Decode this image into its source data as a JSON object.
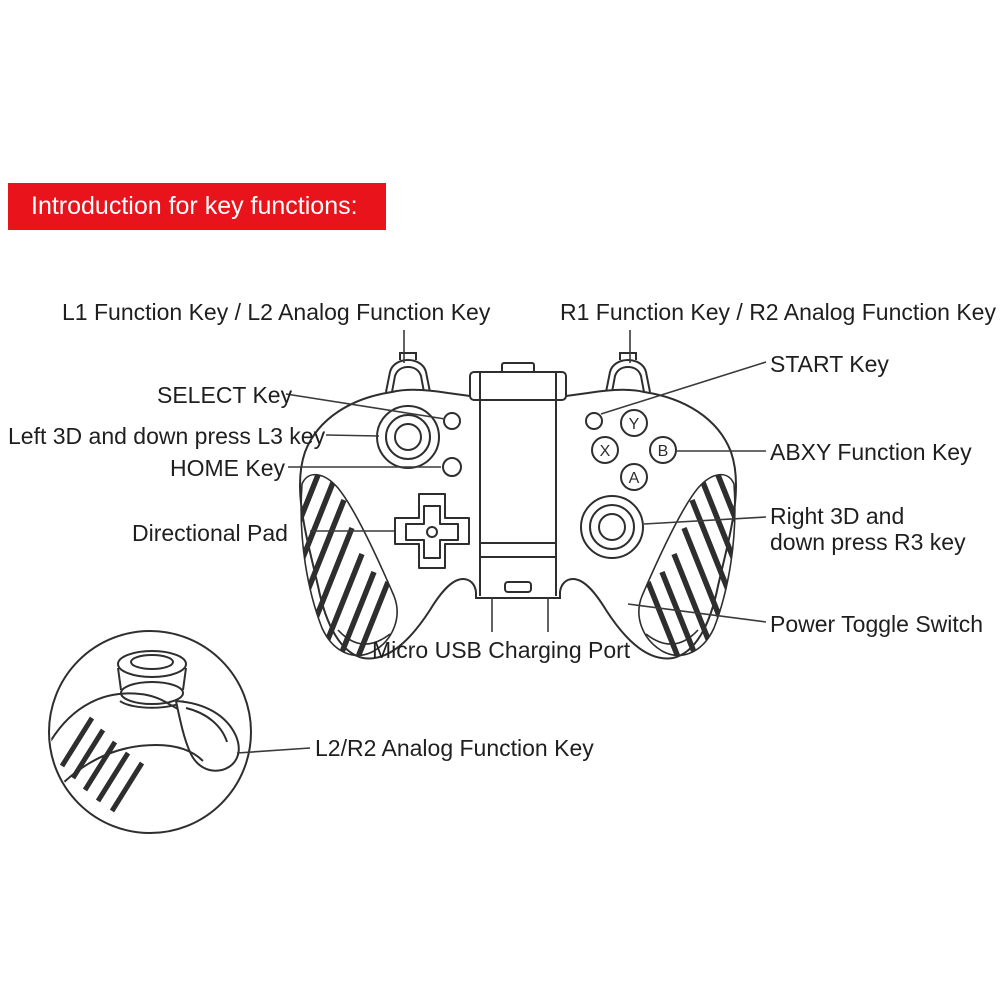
{
  "header": {
    "title": "Introduction for key functions:"
  },
  "colors": {
    "accent_red": "#e8131b",
    "line": "#2e2e2e",
    "text": "#1f1f1f"
  },
  "labels": {
    "l1_l2": "L1 Function Key / L2 Analog Function Key",
    "r1_r2": "R1 Function Key / R2 Analog Function Key",
    "start": "START Key",
    "select": "SELECT Key",
    "left_3d": "Left 3D and down press L3 key",
    "home": "HOME Key",
    "abxy": "ABXY Function Key",
    "dpad": "Directional Pad",
    "right_3d_line1": "Right 3D and",
    "right_3d_line2": "down press R3 key",
    "power": "Power Toggle Switch",
    "usb": "Micro USB Charging Port",
    "l2_r2": "L2/R2  Analog Function Key"
  },
  "buttons": {
    "a": "A",
    "b": "B",
    "x": "X",
    "y": "Y"
  }
}
